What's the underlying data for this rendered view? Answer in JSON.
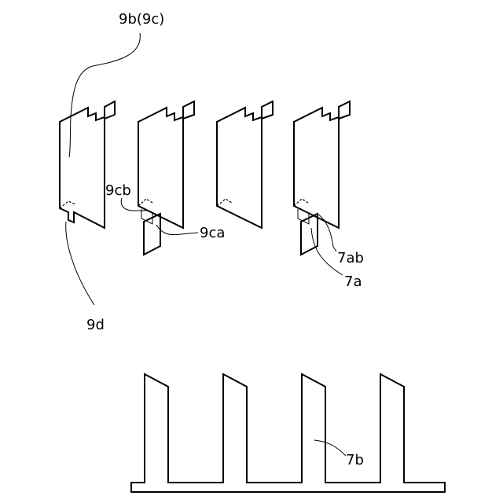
{
  "labels": {
    "sheet": "9b(9c)",
    "cb": "9cb",
    "ca": "9ca",
    "d": "9d",
    "ab": "7ab",
    "a": "7a",
    "b": "7b"
  }
}
